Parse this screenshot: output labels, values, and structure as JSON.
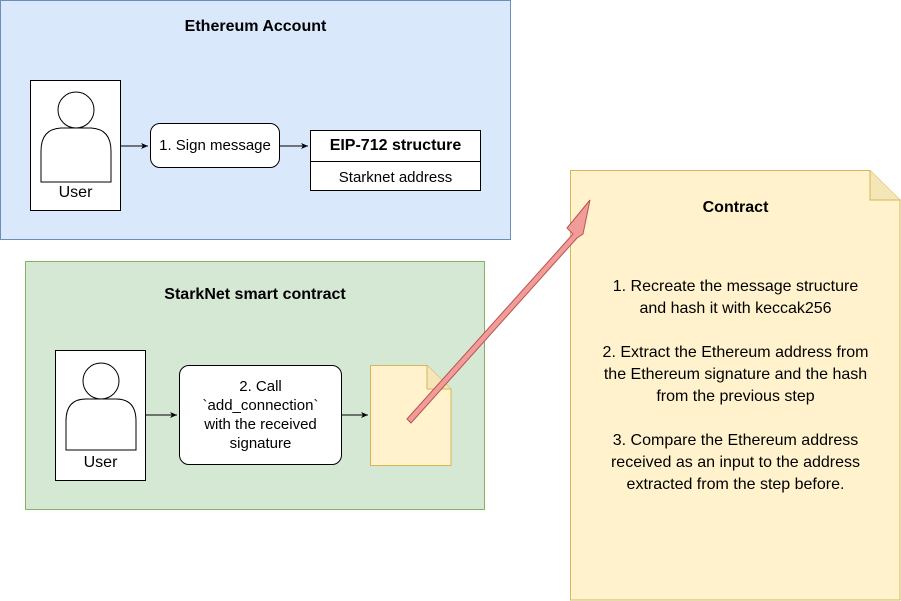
{
  "ethereum_account": {
    "title": "Ethereum Account",
    "user_label": "User",
    "step_label": "1. Sign message",
    "eip_struct": {
      "header": "EIP-712 structure",
      "field": "Starknet address"
    }
  },
  "starknet_contract": {
    "title": "StarkNet smart contract",
    "user_label": "User",
    "step_lines": [
      "2. Call",
      "`add_connection`",
      "with the received",
      "signature"
    ]
  },
  "contract_note": {
    "title": "Contract",
    "steps": [
      [
        "1. Recreate the message structure",
        "and hash it with keccak256"
      ],
      [
        "2. Extract the Ethereum address from",
        "the Ethereum signature and the hash",
        "from the previous step"
      ],
      [
        "3. Compare the Ethereum address",
        "received as an input to the address",
        "extracted from the step before."
      ]
    ]
  },
  "colors": {
    "ethereum_fill": "#dae8fc",
    "ethereum_stroke": "#6c8ebf",
    "starknet_fill": "#d5e8d4",
    "starknet_stroke": "#82b366",
    "note_fill": "#fff2cc",
    "note_stroke": "#d6b656",
    "big_arrow_fill": "#f19c99",
    "big_arrow_stroke": "#b85450"
  }
}
